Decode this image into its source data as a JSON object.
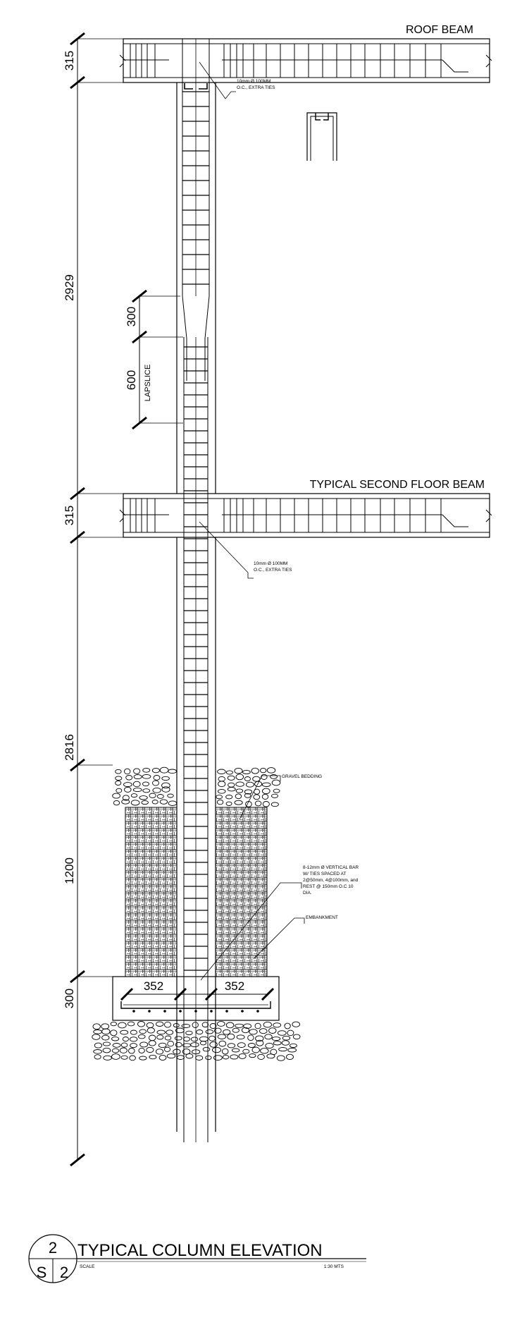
{
  "labels": {
    "roof_beam": "ROOF BEAM",
    "second_floor_beam": "TYPICAL SECOND FLOOR  BEAM",
    "lapslice": "LAPSLICE"
  },
  "dimensions": {
    "roof_beam_depth": "315",
    "upper_storey": "2929",
    "crank": "300",
    "lap": "600",
    "floor_beam_depth": "315",
    "lower_storey": "2816",
    "footing_depth": "1200",
    "base_thickness": "300",
    "left_projection": "352",
    "right_projection": "352"
  },
  "notes": {
    "top_ties": [
      "10mm Ø 100MM",
      "O.C., EXTRA TIES"
    ],
    "mid_ties": [
      "10mm Ø 100MM",
      "O.C., EXTRA TIES"
    ],
    "gravel": "GRAVEL BEDDING",
    "vertical_bar": [
      "8-12mm Ø VERTICAL BAR",
      "W/ TIES SPACED AT",
      "2@50mm, 4@100mm, and",
      "REST @ 150mm O.C 10",
      "DIA."
    ],
    "embankment": "EMBANKMENT"
  },
  "title_block": {
    "detail_number": "2",
    "sheet_prefix": "S",
    "sheet_number": "2",
    "title": "TYPICAL COLUMN  ELEVATION",
    "scale_label": "SCALE",
    "scale_value": "1:30 MTS"
  }
}
